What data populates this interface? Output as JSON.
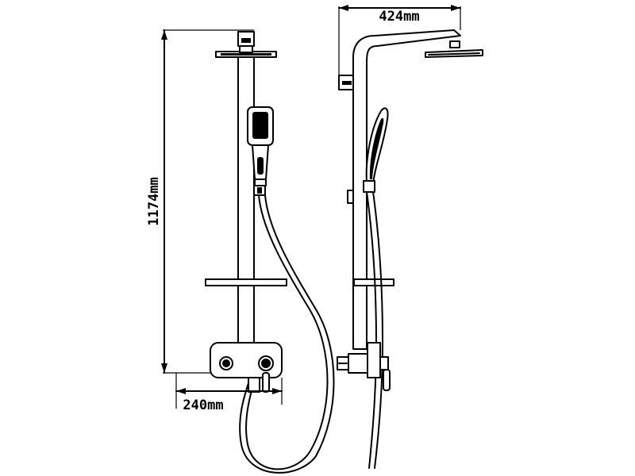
{
  "dimensions": {
    "height_label": "1174mm",
    "width_label": "424mm",
    "depth_label": "240mm"
  }
}
